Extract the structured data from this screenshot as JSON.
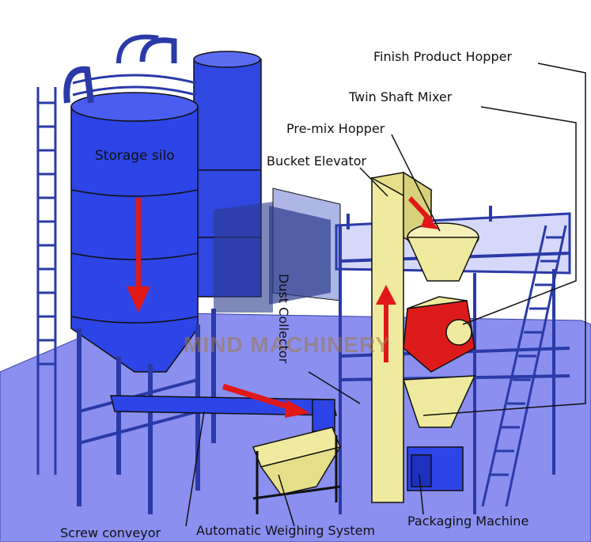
{
  "labels": {
    "storage_silo": "Storage silo",
    "dust_collector": "Dust Collector",
    "finish_product_hopper": "Finish Product Hopper",
    "twin_shaft_mixer": "Twin Shaft Mixer",
    "premix_hopper": "Pre-mix Hopper",
    "bucket_elevator": "Bucket Elevator",
    "screw_conveyor": "Screw conveyor",
    "automatic_weighing_system": "Automatic Weighing System",
    "packaging_machine": "Packaging Machine"
  },
  "watermark": "MIND MACHINERY",
  "colors": {
    "floor": "#8a8ff0",
    "silo": "#2d44e6",
    "frame": "#2a3aa8",
    "machine": "#f0ea9e",
    "mixer": "#dd1a1a",
    "arrow": "#e01818",
    "outline": "#111111"
  }
}
